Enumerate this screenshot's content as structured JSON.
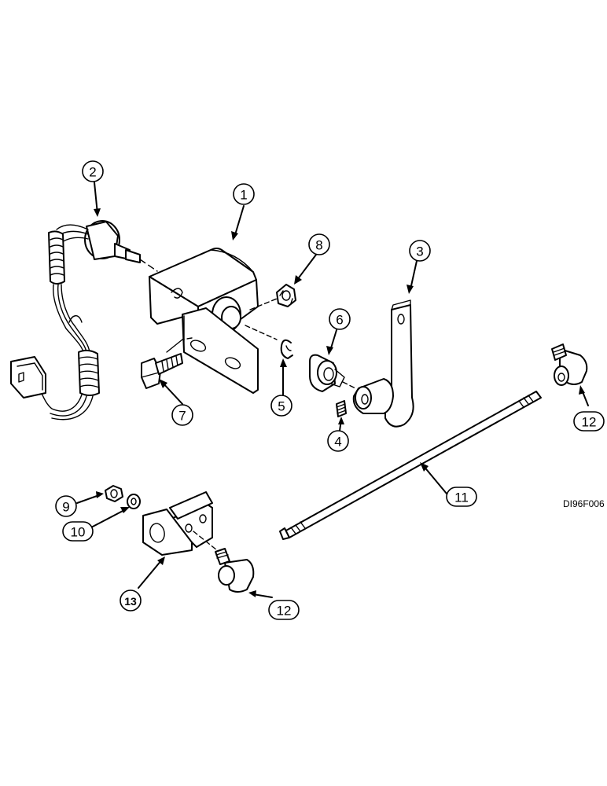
{
  "diagram_code": "DI96F006",
  "callouts": [
    {
      "id": "c1",
      "label": "1"
    },
    {
      "id": "c2",
      "label": "2"
    },
    {
      "id": "c3",
      "label": "3"
    },
    {
      "id": "c4",
      "label": "4"
    },
    {
      "id": "c5",
      "label": "5"
    },
    {
      "id": "c6",
      "label": "6"
    },
    {
      "id": "c7",
      "label": "7"
    },
    {
      "id": "c8",
      "label": "8"
    },
    {
      "id": "c9",
      "label": "9"
    },
    {
      "id": "c10",
      "label": "10"
    },
    {
      "id": "c11",
      "label": "11"
    },
    {
      "id": "c12a",
      "label": "12"
    },
    {
      "id": "c12b",
      "label": "12"
    },
    {
      "id": "c13",
      "label": "13"
    }
  ]
}
